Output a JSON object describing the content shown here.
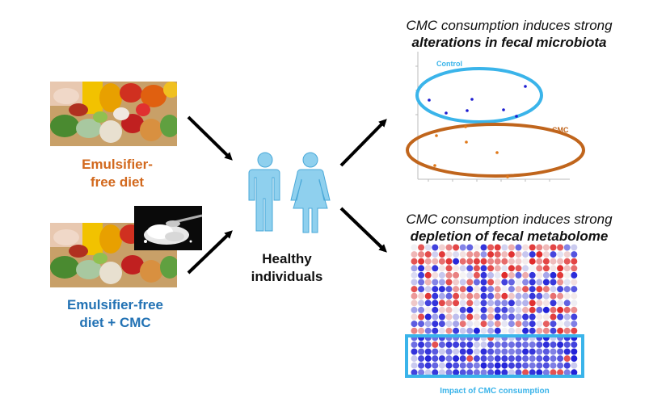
{
  "diet_a": {
    "line1": "Emulsifier-",
    "line2": "free diet"
  },
  "diet_b": {
    "line1": "Emulsifier-free",
    "line2": "diet + CMC"
  },
  "subjects": {
    "line1": "Healthy",
    "line2": "individuals"
  },
  "microbiota": {
    "headline_line1": "CMC consumption induces strong",
    "headline_line2": "alterations in fecal microbiota",
    "group_control": "Control",
    "group_cmc": "CMC"
  },
  "metabolome": {
    "headline_line1": "CMC consumption induces strong",
    "headline_line2": "depletion of fecal metabolome",
    "impact_label": "Impact of CMC consumption"
  },
  "colors": {
    "orange": "#d2691e",
    "blue": "#2272b4",
    "light_blue": "#3ab4ea",
    "ellipse_orange": "#c0651c",
    "person": "#8fd0ee",
    "heat_red": "#e02828",
    "heat_blue": "#1f1fd8"
  },
  "icons": [
    "male-person-icon",
    "female-person-icon",
    "food-photo",
    "cmc-powder-photo"
  ]
}
